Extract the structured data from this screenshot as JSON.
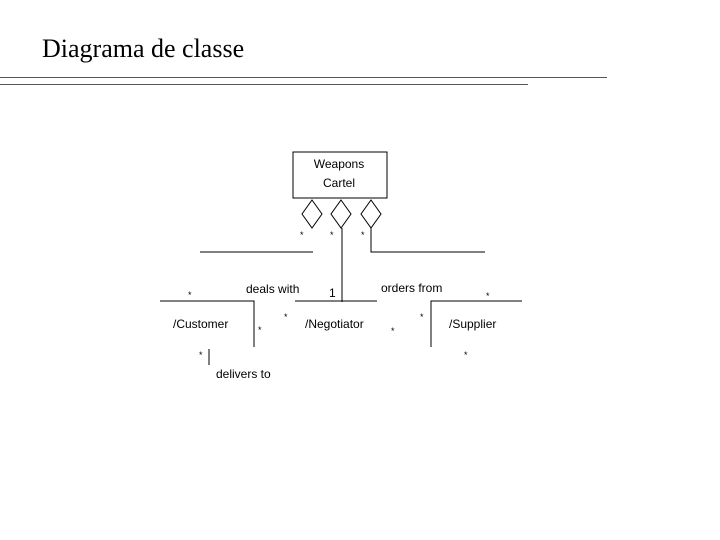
{
  "slide": {
    "title": "Diagrama de classe"
  },
  "diagram": {
    "classes": {
      "weapons_cartel": {
        "line1": "Weapons",
        "line2": "Cartel"
      },
      "customer": "/Customer",
      "negotiator": "/Negotiator",
      "supplier": "/Supplier"
    },
    "associations": {
      "deals_with": "deals with",
      "orders_from": "orders from",
      "delivers_to": "delivers to"
    },
    "multiplicities": {
      "cartel_left": "*",
      "cartel_middle": "*",
      "cartel_right": "*",
      "customer_top": "*",
      "negotiator_one": "1",
      "supplier_top": "*",
      "customer_right": "*",
      "negotiator_left": "*",
      "negotiator_right": "*",
      "supplier_left": "*",
      "customer_bottom": "*",
      "supplier_bottom": "*"
    }
  }
}
